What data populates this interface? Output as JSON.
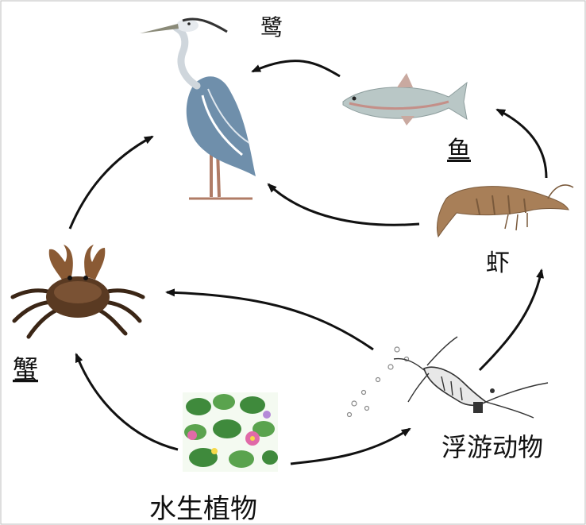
{
  "nodes": {
    "heron": {
      "label": "鹭",
      "icon": "heron-icon"
    },
    "fish": {
      "label": "鱼",
      "icon": "fish-icon"
    },
    "shrimp": {
      "label": "虾",
      "icon": "shrimp-icon"
    },
    "crab": {
      "label": "蟹",
      "icon": "crab-icon"
    },
    "plankton": {
      "label": "浮游动物",
      "icon": "plankton-icon"
    },
    "plants": {
      "label": "水生植物",
      "icon": "aquatic-plants-icon"
    }
  },
  "edges": [
    {
      "from": "fish",
      "to": "heron"
    },
    {
      "from": "shrimp",
      "to": "fish"
    },
    {
      "from": "shrimp",
      "to": "heron"
    },
    {
      "from": "crab",
      "to": "heron"
    },
    {
      "from": "plankton",
      "to": "crab"
    },
    {
      "from": "plankton",
      "to": "shrimp"
    },
    {
      "from": "plants",
      "to": "crab"
    },
    {
      "from": "plants",
      "to": "plankton"
    }
  ],
  "colors": {
    "arrow": "#111111",
    "heron_body": "#6f8fab",
    "fish_body": "#b9c7c6",
    "shrimp_body": "#a87f58",
    "crab_body": "#5a3a22",
    "plant_leaf": "#3f8a3c",
    "plant_flower": "#e06aa8"
  }
}
